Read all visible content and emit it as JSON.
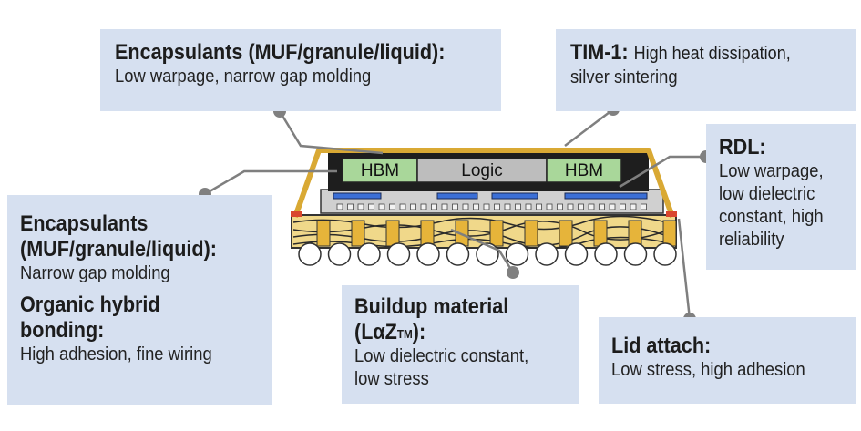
{
  "callouts": {
    "encap_top": {
      "title": "Encapsulants (MUF/granule/liquid):",
      "desc": "Low warpage, narrow gap molding"
    },
    "tim1": {
      "title": "TIM-1:",
      "desc_inline": "High heat dissipation,",
      "desc": "silver sintering"
    },
    "rdl": {
      "title": "RDL:",
      "lines": [
        "Low warpage,",
        "low dielectric",
        "constant, high",
        "reliability"
      ]
    },
    "encap_left": {
      "title_lines": [
        "Encapsulants",
        "(MUF/granule/liquid):"
      ],
      "desc": "Narrow gap molding",
      "title2_lines": [
        "Organic hybrid",
        "bonding:"
      ],
      "desc2": "High adhesion, fine wiring"
    },
    "buildup": {
      "title_line1": "Buildup material",
      "title_pre": "(LαZ",
      "title_sup": "TM",
      "title_post": "):",
      "lines": [
        "Low dielectric constant,",
        "low stress"
      ]
    },
    "lid": {
      "title": "Lid attach:",
      "desc": "Low stress, high adhesion"
    }
  },
  "chips": {
    "left": "HBM",
    "center": "Logic",
    "right": "HBM"
  },
  "colors": {
    "box_bg": "#d6e0f0",
    "lid": "#d9a934",
    "hbm": "#a9d79a",
    "logic": "#bdbdbd",
    "leader": "#7f7f7f",
    "dot": "#808080"
  }
}
